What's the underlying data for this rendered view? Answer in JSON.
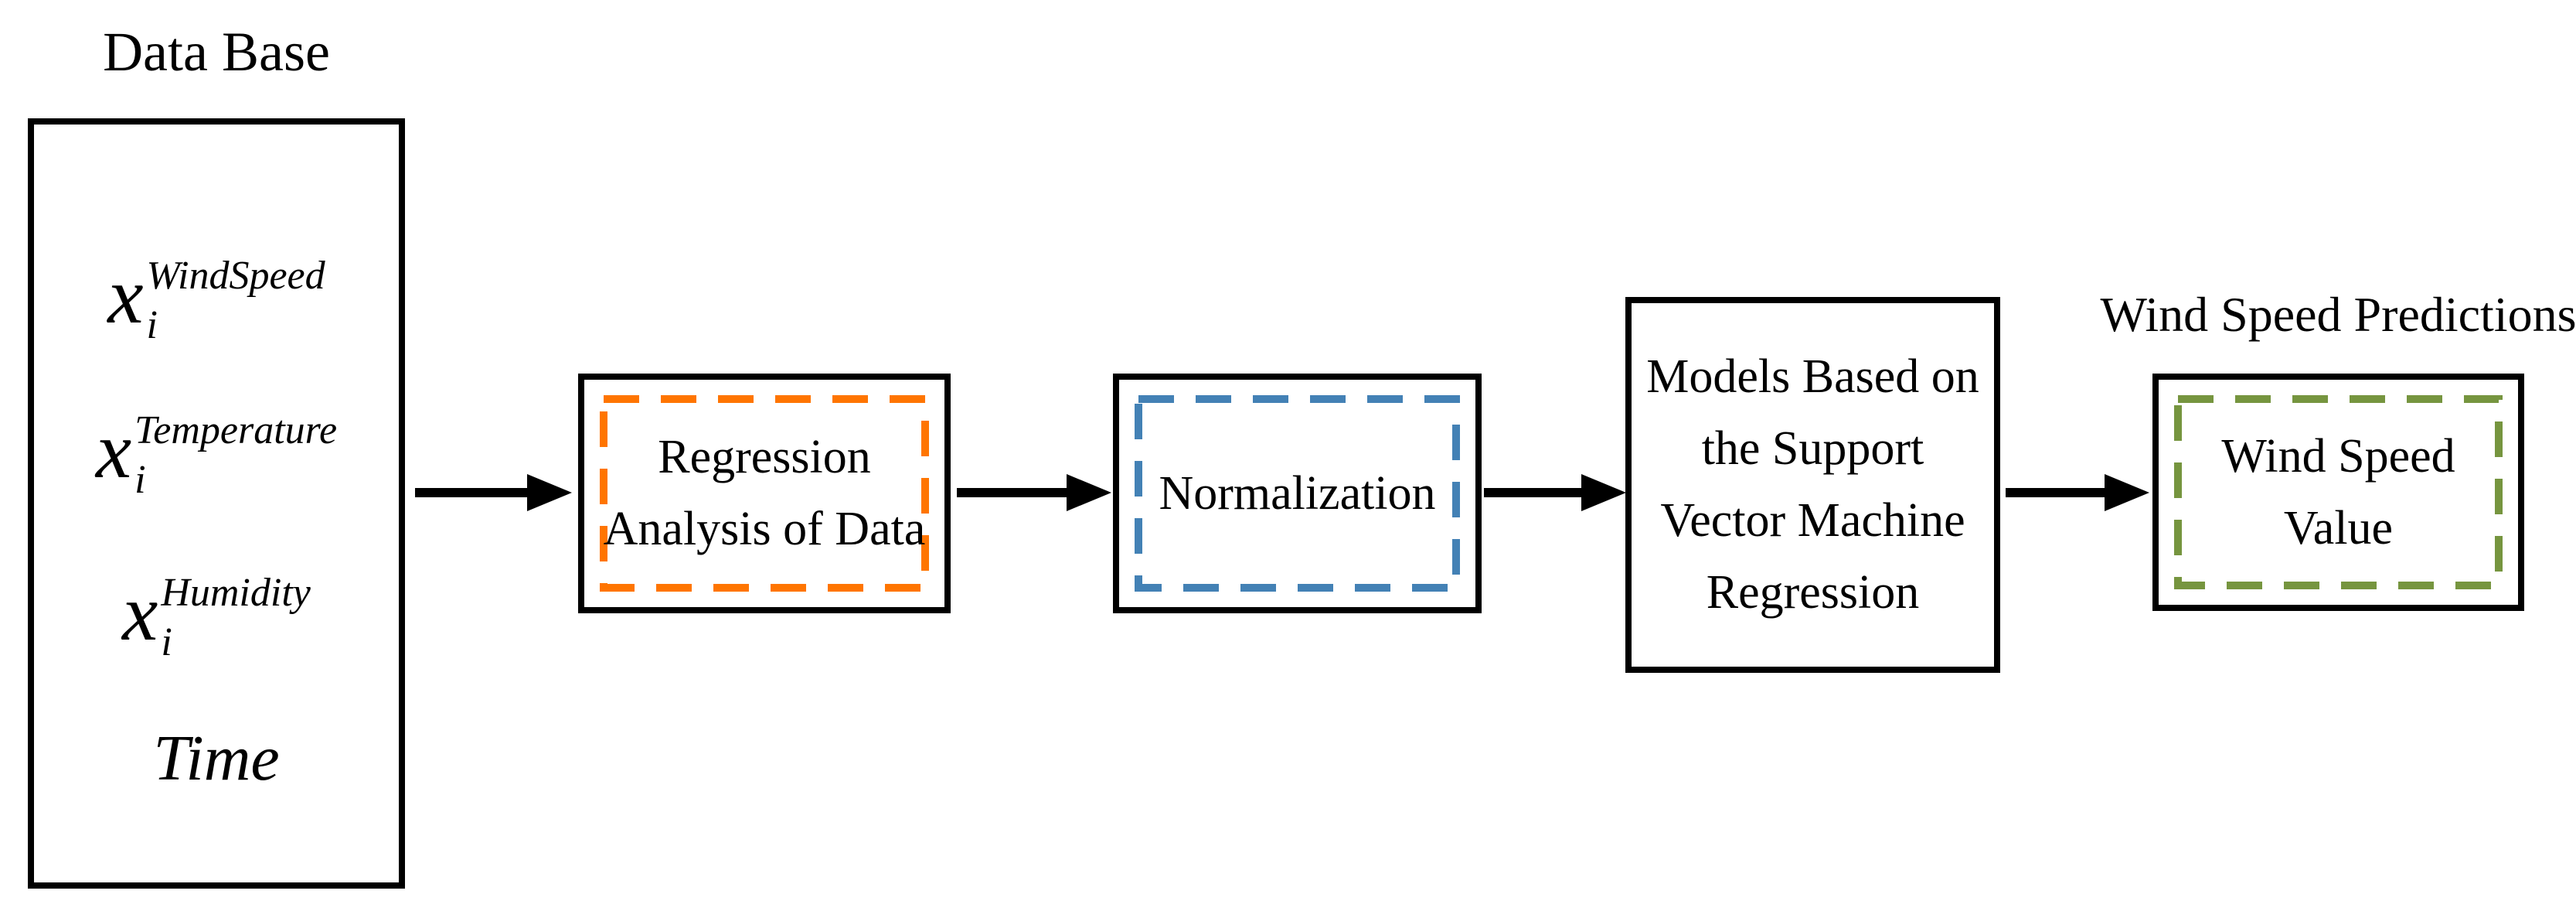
{
  "database": {
    "title": "Data Base",
    "items": [
      {
        "base": "x",
        "sub": "i",
        "sup": "WindSpeed"
      },
      {
        "base": "x",
        "sub": "i",
        "sup": "Temperature"
      },
      {
        "base": "x",
        "sub": "i",
        "sup": "Humidity"
      }
    ],
    "time": "Time"
  },
  "stages": {
    "regression": {
      "lines": [
        "Regression",
        "Analysis of Data"
      ],
      "accent": "#FF7500"
    },
    "normalization": {
      "lines": [
        "Normalization"
      ],
      "accent": "#4381B5"
    },
    "svm": {
      "lines": [
        "Models Based on",
        "the Support",
        "Vector Machine",
        "Regression"
      ]
    },
    "output": {
      "title": "Wind Speed Predictions",
      "lines": [
        "Wind Speed",
        "Value"
      ],
      "accent": "#76953F"
    }
  },
  "colors": {
    "line": "#000000",
    "orange_dash": "#FF7500",
    "blue_dash": "#4381B5",
    "green_dash": "#76953F"
  }
}
